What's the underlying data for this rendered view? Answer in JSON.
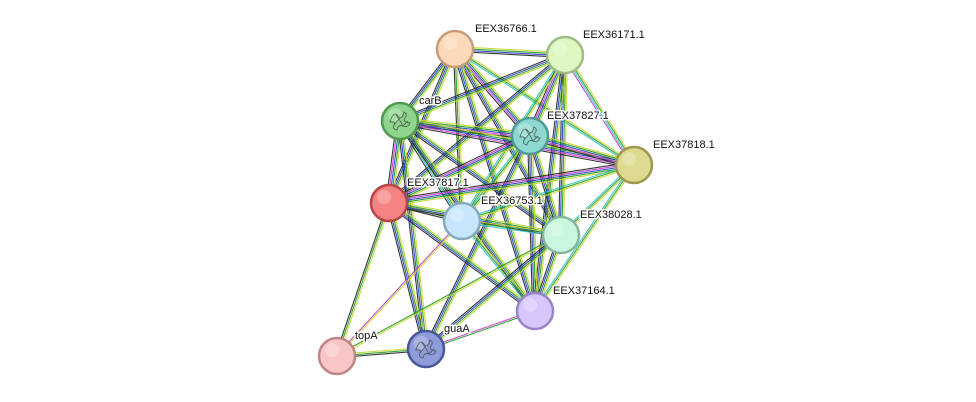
{
  "network": {
    "nodes": [
      {
        "id": "EEX36766.1",
        "label": "EEX36766.1",
        "color": "#fbd9b9",
        "stroke": "#c49d7d",
        "structure": false
      },
      {
        "id": "EEX36171.1",
        "label": "EEX36171.1",
        "color": "#dcf8c0",
        "stroke": "#9fbc86",
        "structure": false
      },
      {
        "id": "carB",
        "label": "carB",
        "color": "#8ed48d",
        "stroke": "#4f9a4e",
        "structure": true
      },
      {
        "id": "EEX37827.1",
        "label": "EEX37827.1",
        "color": "#8fd8d2",
        "stroke": "#4f9993",
        "structure": true
      },
      {
        "id": "EEX37818.1",
        "label": "EEX37818.1",
        "color": "#ddd98f",
        "stroke": "#9c984f",
        "structure": false
      },
      {
        "id": "EEX37817.1",
        "label": "EEX37817.1",
        "color": "#f58383",
        "stroke": "#b84545",
        "structure": false
      },
      {
        "id": "EEX36753.1",
        "label": "EEX36753.1",
        "color": "#c6e6fb",
        "stroke": "#86a9c2",
        "structure": false
      },
      {
        "id": "EEX38028.1",
        "label": "EEX38028.1",
        "color": "#c8f7dd",
        "stroke": "#87b89c",
        "structure": false
      },
      {
        "id": "EEX37164.1",
        "label": "EEX37164.1",
        "color": "#d7c6fb",
        "stroke": "#9984c4",
        "structure": false
      },
      {
        "id": "topA",
        "label": "topA",
        "color": "#f9c6c6",
        "stroke": "#bd8585",
        "structure": false
      },
      {
        "id": "guaA",
        "label": "guaA",
        "color": "#8f9cdc",
        "stroke": "#4b5796",
        "structure": true
      }
    ],
    "edges": [
      {
        "a": "EEX36766.1",
        "b": "EEX36171.1",
        "types": [
          "yellow",
          "green",
          "blue",
          "black"
        ]
      },
      {
        "a": "EEX36766.1",
        "b": "carB",
        "types": [
          "yellow",
          "green",
          "blue",
          "black"
        ]
      },
      {
        "a": "EEX36766.1",
        "b": "EEX37827.1",
        "types": [
          "yellow",
          "green",
          "blue",
          "magenta",
          "black"
        ]
      },
      {
        "a": "EEX36766.1",
        "b": "EEX37818.1",
        "types": [
          "yellow",
          "green",
          "cyan"
        ]
      },
      {
        "a": "EEX36766.1",
        "b": "EEX37817.1",
        "types": [
          "yellow",
          "green",
          "blue",
          "black"
        ]
      },
      {
        "a": "EEX36766.1",
        "b": "EEX36753.1",
        "types": [
          "yellow",
          "green",
          "black"
        ]
      },
      {
        "a": "EEX36766.1",
        "b": "EEX38028.1",
        "types": [
          "yellow",
          "green",
          "blue",
          "black"
        ]
      },
      {
        "a": "EEX36766.1",
        "b": "EEX37164.1",
        "types": [
          "yellow",
          "green",
          "blue",
          "black"
        ]
      },
      {
        "a": "EEX36171.1",
        "b": "carB",
        "types": [
          "yellow",
          "green",
          "blue",
          "black"
        ]
      },
      {
        "a": "EEX36171.1",
        "b": "EEX37827.1",
        "types": [
          "yellow",
          "green",
          "blue",
          "magenta",
          "black"
        ]
      },
      {
        "a": "EEX36171.1",
        "b": "EEX37818.1",
        "types": [
          "yellow",
          "green",
          "cyan",
          "magenta"
        ]
      },
      {
        "a": "EEX36171.1",
        "b": "EEX37817.1",
        "types": [
          "yellow",
          "green",
          "blue",
          "black"
        ]
      },
      {
        "a": "EEX36171.1",
        "b": "EEX36753.1",
        "types": [
          "yellow",
          "green",
          "cyan"
        ]
      },
      {
        "a": "EEX36171.1",
        "b": "EEX38028.1",
        "types": [
          "yellow",
          "green",
          "blue",
          "black"
        ]
      },
      {
        "a": "EEX36171.1",
        "b": "EEX37164.1",
        "types": [
          "yellow",
          "green",
          "blue",
          "black"
        ]
      },
      {
        "a": "carB",
        "b": "EEX37827.1",
        "types": [
          "yellow",
          "green",
          "blue",
          "magenta",
          "black"
        ]
      },
      {
        "a": "carB",
        "b": "EEX37818.1",
        "types": [
          "yellow",
          "green",
          "blue",
          "magenta",
          "black"
        ]
      },
      {
        "a": "carB",
        "b": "EEX37817.1",
        "types": [
          "yellow",
          "green",
          "blue",
          "magenta",
          "black"
        ]
      },
      {
        "a": "carB",
        "b": "EEX36753.1",
        "types": [
          "yellow",
          "green",
          "cyan",
          "black"
        ]
      },
      {
        "a": "carB",
        "b": "EEX38028.1",
        "types": [
          "yellow",
          "green",
          "blue",
          "black"
        ]
      },
      {
        "a": "carB",
        "b": "EEX37164.1",
        "types": [
          "yellow",
          "green",
          "blue",
          "black"
        ]
      },
      {
        "a": "carB",
        "b": "guaA",
        "types": [
          "yellow",
          "green",
          "blue",
          "black"
        ]
      },
      {
        "a": "EEX37827.1",
        "b": "EEX37818.1",
        "types": [
          "yellow",
          "green",
          "blue",
          "magenta",
          "black"
        ]
      },
      {
        "a": "EEX37827.1",
        "b": "EEX37817.1",
        "types": [
          "yellow",
          "green",
          "blue",
          "magenta",
          "black"
        ]
      },
      {
        "a": "EEX37827.1",
        "b": "EEX36753.1",
        "types": [
          "yellow",
          "green",
          "cyan"
        ]
      },
      {
        "a": "EEX37827.1",
        "b": "EEX38028.1",
        "types": [
          "yellow",
          "green",
          "blue",
          "black"
        ]
      },
      {
        "a": "EEX37827.1",
        "b": "EEX37164.1",
        "types": [
          "yellow",
          "green",
          "blue",
          "black"
        ]
      },
      {
        "a": "EEX37827.1",
        "b": "guaA",
        "types": [
          "yellow",
          "green",
          "blue",
          "black"
        ]
      },
      {
        "a": "EEX37818.1",
        "b": "EEX37817.1",
        "types": [
          "yellow",
          "green",
          "blue",
          "magenta",
          "black"
        ]
      },
      {
        "a": "EEX37818.1",
        "b": "EEX36753.1",
        "types": [
          "yellow",
          "green",
          "cyan"
        ]
      },
      {
        "a": "EEX37818.1",
        "b": "EEX38028.1",
        "types": [
          "yellow",
          "green",
          "cyan"
        ]
      },
      {
        "a": "EEX37818.1",
        "b": "EEX37164.1",
        "types": [
          "yellow",
          "green",
          "cyan"
        ]
      },
      {
        "a": "EEX37817.1",
        "b": "EEX36753.1",
        "types": [
          "yellow",
          "green",
          "black"
        ]
      },
      {
        "a": "EEX37817.1",
        "b": "EEX38028.1",
        "types": [
          "yellow",
          "green",
          "blue",
          "black"
        ]
      },
      {
        "a": "EEX37817.1",
        "b": "EEX37164.1",
        "types": [
          "yellow",
          "green",
          "blue",
          "black"
        ]
      },
      {
        "a": "EEX37817.1",
        "b": "topA",
        "types": [
          "yellow",
          "green",
          "black"
        ]
      },
      {
        "a": "EEX37817.1",
        "b": "guaA",
        "types": [
          "yellow",
          "green",
          "blue",
          "black"
        ]
      },
      {
        "a": "EEX36753.1",
        "b": "EEX38028.1",
        "types": [
          "yellow",
          "green",
          "cyan"
        ]
      },
      {
        "a": "EEX36753.1",
        "b": "EEX37164.1",
        "types": [
          "yellow",
          "green",
          "cyan"
        ]
      },
      {
        "a": "EEX36753.1",
        "b": "topA",
        "types": [
          "yellow",
          "magenta"
        ]
      },
      {
        "a": "EEX38028.1",
        "b": "EEX37164.1",
        "types": [
          "yellow",
          "green",
          "blue",
          "black"
        ]
      },
      {
        "a": "EEX38028.1",
        "b": "guaA",
        "types": [
          "yellow",
          "green",
          "blue",
          "black"
        ]
      },
      {
        "a": "EEX38028.1",
        "b": "topA",
        "types": [
          "yellow",
          "green"
        ]
      },
      {
        "a": "EEX37164.1",
        "b": "guaA",
        "types": [
          "green",
          "magenta"
        ]
      },
      {
        "a": "topA",
        "b": "guaA",
        "types": [
          "yellow",
          "green",
          "black"
        ]
      }
    ],
    "edge_colors": {
      "yellow": "#c8d62a",
      "green": "#1f9a1f",
      "blue": "#2a37c8",
      "magenta": "#c23ac8",
      "cyan": "#2abfc8",
      "black": "#222222"
    }
  }
}
